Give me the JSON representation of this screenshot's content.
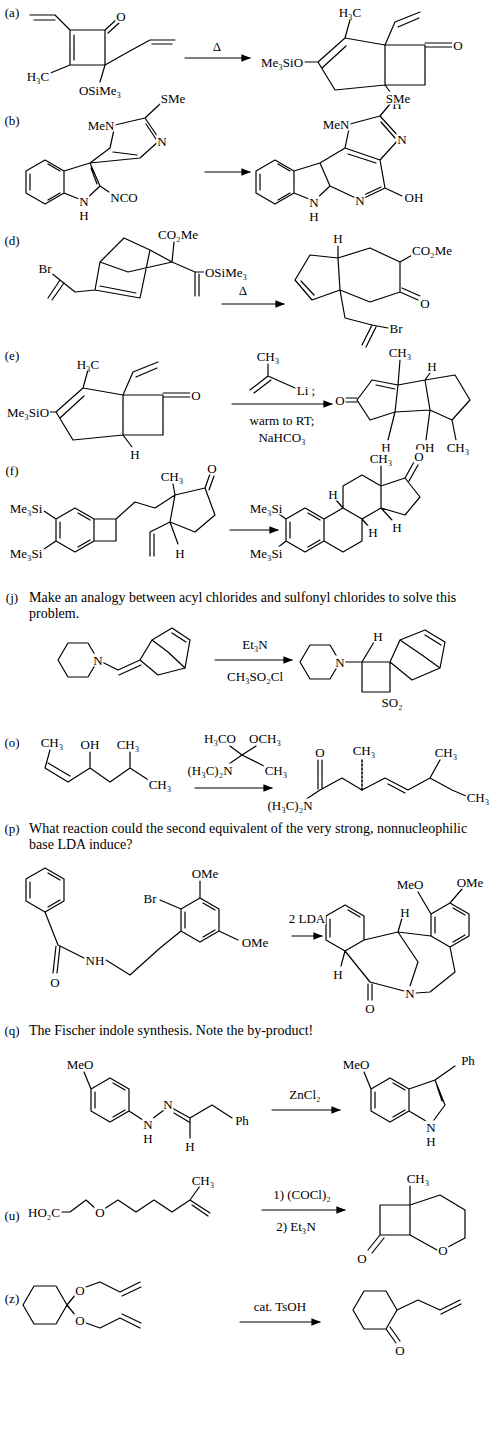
{
  "diagram": {
    "labels": [
      "(a)",
      "O",
      "H₃C",
      "OSiMe₃",
      "Δ",
      "H₃C",
      "Me₃SiO",
      "O",
      "H",
      "(b)",
      "MeN",
      "SMe",
      "N",
      "N",
      "H",
      "NCO",
      "MeN",
      "SMe",
      "N",
      "N",
      "H",
      "N",
      "OH",
      "(d)",
      "Br",
      "CO₂Me",
      "OSiMe₃",
      "Δ",
      "H",
      "CO₂Me",
      "O",
      "Br",
      "(e)",
      "H₃C",
      "O",
      "Me₃SiO",
      "H",
      "CH₃",
      "Li ;",
      "warm to RT;",
      "NaHCO₃",
      "CH₃",
      "H",
      "O",
      "H",
      "OH",
      "CH₃",
      "(f)",
      "Me₃Si",
      "Me₃Si",
      "CH₃",
      "O",
      "H",
      "Me₃Si",
      "Me₃Si",
      "CH₃",
      "O",
      "H",
      "H",
      "H",
      "(j)",
      "Make an analogy between acyl chlorides and sulfonyl chlorides to solve this problem.",
      "N",
      "Et₃N",
      "CH₃SO₂Cl",
      "N",
      "H",
      "SO₂",
      "(o)",
      "CH₃",
      "OH",
      "CH₃",
      "CH₃",
      "H₃CO",
      "OCH₃",
      "(H₃C)₂N",
      "CH₃",
      "O",
      "CH₃",
      "CH₃",
      "(H₃C)₂N",
      "CH₃",
      "(p)",
      "What reaction could the second equivalent of the very strong, nonnucleophilic base LDA induce?",
      "O",
      "NH",
      "Br",
      "OMe",
      "OMe",
      "2 LDA",
      "MeO",
      "OMe",
      "H",
      "H",
      "O",
      "N",
      "(q)",
      "The Fischer indole synthesis. Note the by-product!",
      "MeO",
      "N",
      "H",
      "N",
      "H",
      "Ph",
      "ZnCl₂",
      "MeO",
      "Ph",
      "N",
      "H",
      "(u)",
      "HO₂C",
      "O",
      "CH₃",
      "1) (COCl)₂",
      "2) Et₃N",
      "CH₃",
      "O",
      "O",
      "(z)",
      "O",
      "O",
      "cat. TsOH",
      "O"
    ]
  }
}
